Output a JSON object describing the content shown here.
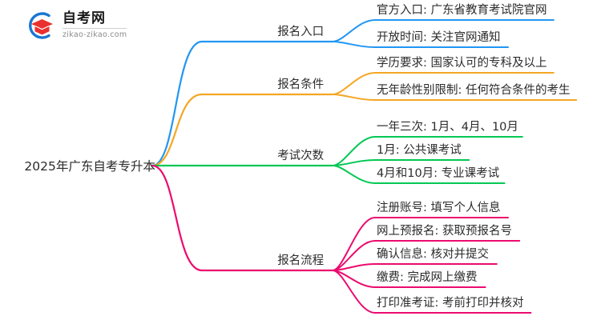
{
  "logo": {
    "title": "自考网",
    "url": "zikao-zikao.com",
    "mark_icon": "graduation-cap-circle-icon",
    "arc_color": "#1B76D2",
    "cap_color": "#E8312F"
  },
  "mindmap": {
    "root": {
      "label": "2025年广东自考专升本"
    },
    "branches": [
      {
        "label": "报名入口",
        "color": "#2196F3",
        "children": [
          {
            "label": "官方入口: 广东省教育考试院官网"
          },
          {
            "label": "开放时间: 关注官网通知"
          }
        ]
      },
      {
        "label": "报名条件",
        "color": "#F5A623",
        "children": [
          {
            "label": "学历要求: 国家认可的专科及以上"
          },
          {
            "label": "无年龄性别限制: 任何符合条件的考生"
          }
        ]
      },
      {
        "label": "考试次数",
        "color": "#00C853",
        "children": [
          {
            "label": "一年三次: 1月、4月、10月"
          },
          {
            "label": "1月: 公共课考试"
          },
          {
            "label": "4月和10月: 专业课考试"
          }
        ]
      },
      {
        "label": "报名流程",
        "color": "#EC0A6E",
        "children": [
          {
            "label": "注册账号: 填写个人信息"
          },
          {
            "label": "网上预报名: 获取预报名号"
          },
          {
            "label": "确认信息: 核对并提交"
          },
          {
            "label": "缴费: 完成网上缴费"
          },
          {
            "label": "打印准考证: 考前打印并核对"
          }
        ]
      }
    ]
  }
}
